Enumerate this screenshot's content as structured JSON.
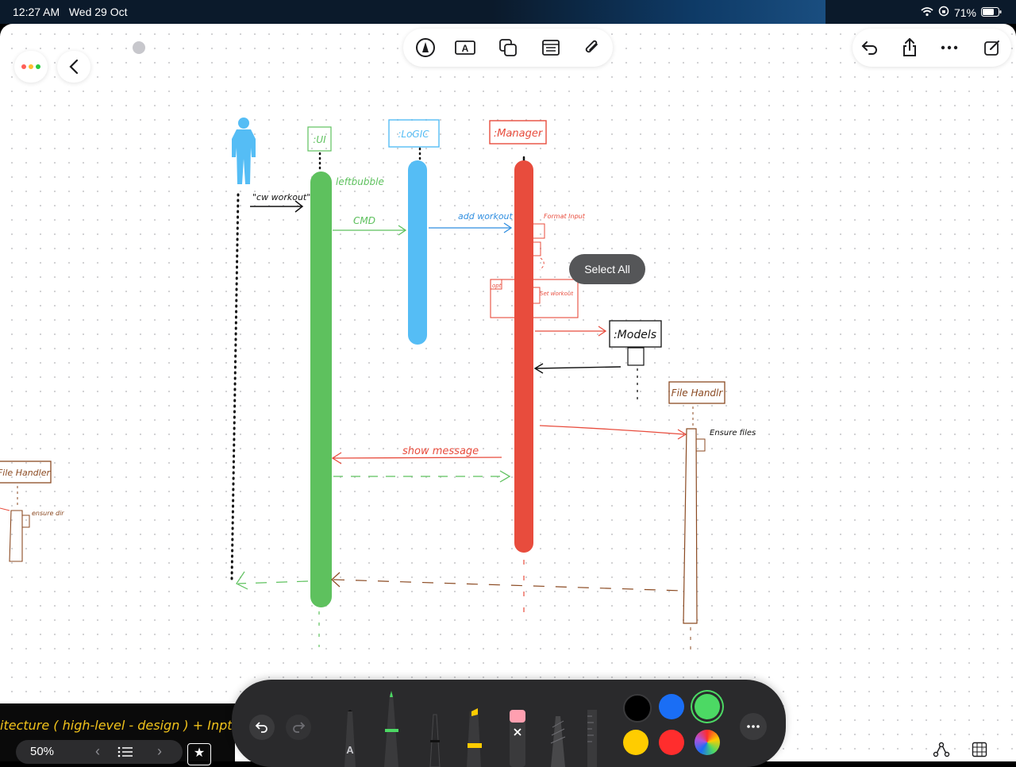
{
  "status_bar": {
    "time": "12:27 AM",
    "date": "Wed 29 Oct",
    "battery": "71%"
  },
  "toolbar": {
    "icons": [
      "window-dots-icon",
      "back-chevron-icon",
      "pen-tool-icon",
      "text-box-icon",
      "shapes-icon",
      "sticky-note-icon",
      "attachment-icon",
      "undo-icon",
      "share-icon",
      "more-icon",
      "compose-icon"
    ]
  },
  "diagram": {
    "actor_quote": "\"cw workout\"",
    "lifelines": {
      "ui": ":UI",
      "logic": ":LoGIC",
      "manager": ":Manager",
      "models": ":Models",
      "filehandler_right": "File Handlr",
      "filehandler_left": "File Handler"
    },
    "messages": {
      "left_bubble": "leftbubble",
      "cmd": "CMD",
      "add_workout": "add workout",
      "format_input": "Format Input",
      "opt": "opt",
      "set_workout": "Set workout",
      "show_message": "show message",
      "ensure_files": "Ensure files",
      "ensure_dir": "ensure dir"
    },
    "colors": {
      "ui": "#5ec15e",
      "logic": "#55bdf5",
      "manager": "#e84c3d",
      "filehandler": "#8b4a22",
      "ink": "#111111"
    }
  },
  "context_menu": {
    "select_all": "Select All"
  },
  "bottom_left": {
    "note_text": "itecture ( high-level - design ) + Inpt",
    "zoom": "50%"
  },
  "palette": {
    "colors": [
      "#000000",
      "#1a6ef5",
      "#4cd964",
      "#ffcc00",
      "#ff2d2d",
      "multicolor"
    ],
    "selected_color": "#4cd964",
    "tools": [
      "pen",
      "marker",
      "fineliner",
      "highlighter",
      "eraser",
      "pencil",
      "ruler"
    ]
  }
}
